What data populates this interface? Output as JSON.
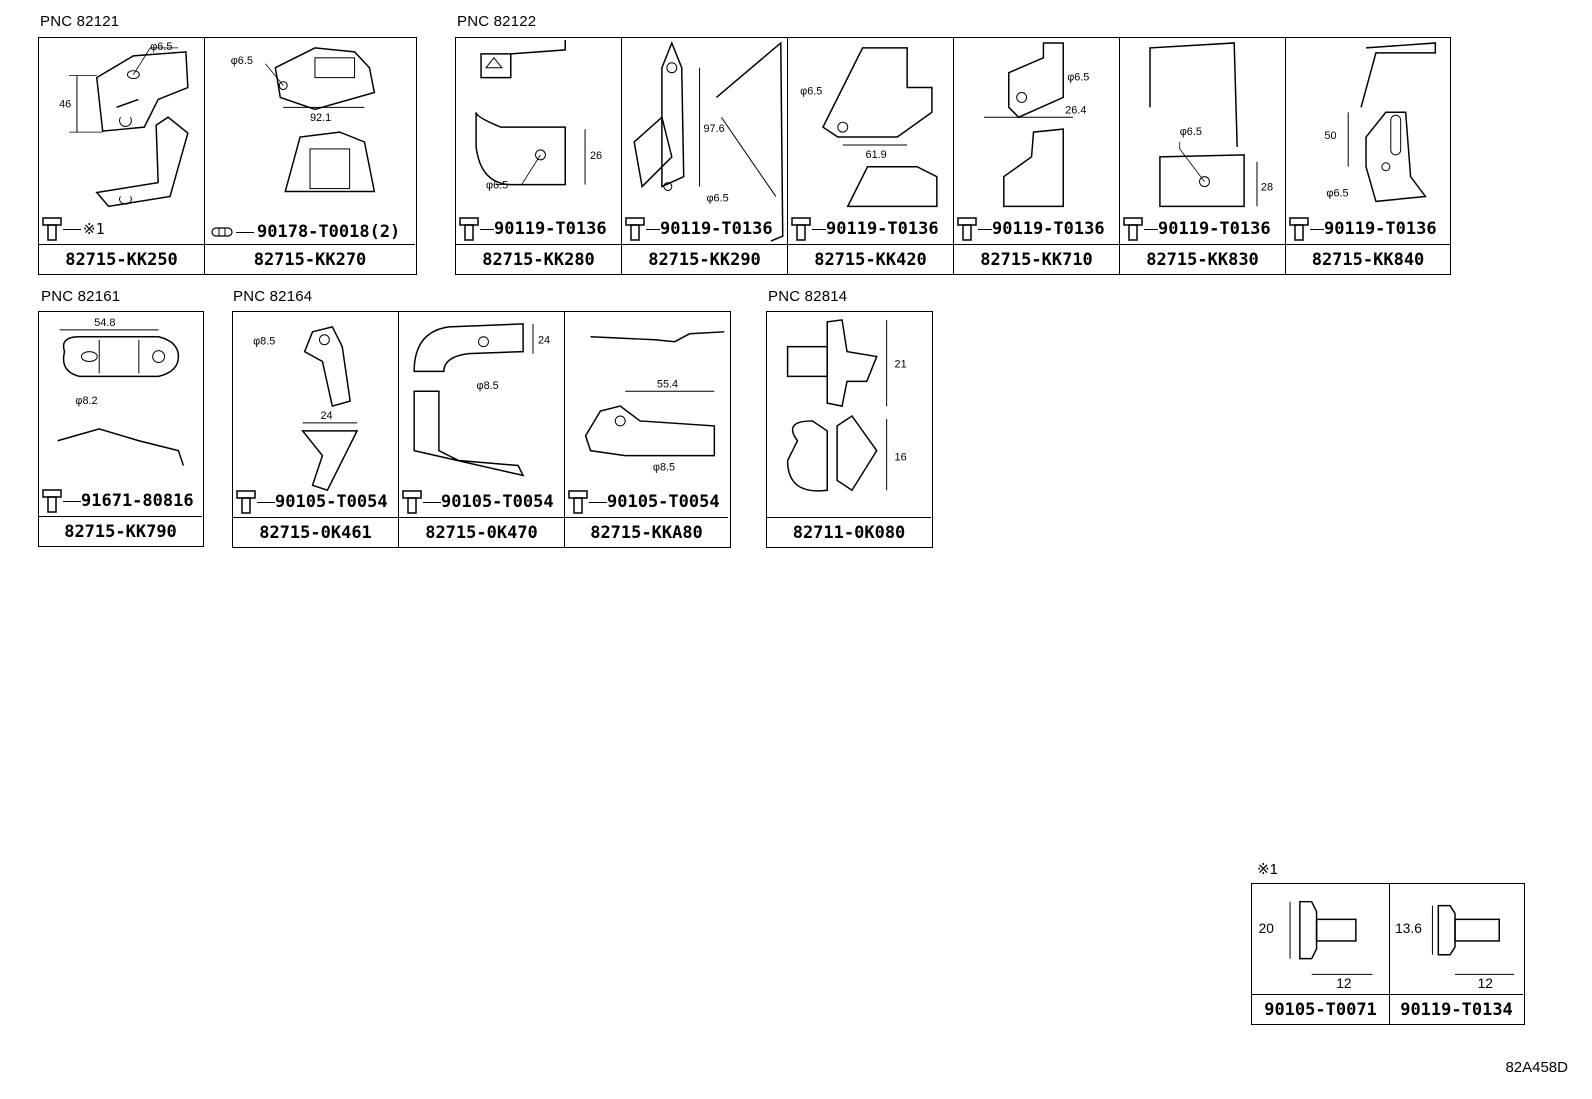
{
  "pnc_labels": {
    "g82121": "PNC 82121",
    "g82122": "PNC 82122",
    "g82161": "PNC 82161",
    "g82164": "PNC 82164",
    "g82814": "PNC 82814"
  },
  "cells": {
    "kk250": {
      "part": "82715-KK250",
      "bolt": "※1",
      "dims": [
        "φ6.5",
        "46"
      ]
    },
    "kk270": {
      "part": "82715-KK270",
      "bolt": "90178-T0018(2)",
      "dims": [
        "φ6.5",
        "92.1"
      ]
    },
    "kk280": {
      "part": "82715-KK280",
      "bolt": "90119-T0136",
      "dims": [
        "φ6.5",
        "26"
      ]
    },
    "kk290": {
      "part": "82715-KK290",
      "bolt": "90119-T0136",
      "dims": [
        "97.6",
        "φ6.5"
      ]
    },
    "kk420": {
      "part": "82715-KK420",
      "bolt": "90119-T0136",
      "dims": [
        "φ6.5",
        "61.9"
      ]
    },
    "kk710": {
      "part": "82715-KK710",
      "bolt": "90119-T0136",
      "dims": [
        "φ6.5",
        "26.4"
      ]
    },
    "kk830": {
      "part": "82715-KK830",
      "bolt": "90119-T0136",
      "dims": [
        "φ6.5",
        "28"
      ]
    },
    "kk840": {
      "part": "82715-KK840",
      "bolt": "90119-T0136",
      "dims": [
        "50",
        "φ6.5"
      ]
    },
    "kk790": {
      "part": "82715-KK790",
      "bolt": "91671-80816",
      "dims": [
        "54.8",
        "φ8.2"
      ]
    },
    "ok461": {
      "part": "82715-0K461",
      "bolt": "90105-T0054",
      "dims": [
        "φ8.5",
        "24"
      ]
    },
    "ok470": {
      "part": "82715-0K470",
      "bolt": "90105-T0054",
      "dims": [
        "24",
        "φ8.5"
      ]
    },
    "kka80": {
      "part": "82715-KKA80",
      "bolt": "90105-T0054",
      "dims": [
        "55.4",
        "φ8.5"
      ]
    },
    "ok080": {
      "part": "82711-0K080",
      "bolt": "",
      "dims": [
        "21",
        "16"
      ]
    }
  },
  "note": {
    "mark": "※1",
    "items": [
      {
        "part": "90105-T0071",
        "dims": [
          "20",
          "12"
        ]
      },
      {
        "part": "90119-T0134",
        "dims": [
          "13.6",
          "12"
        ]
      }
    ]
  },
  "diagram_code": "82A458D"
}
